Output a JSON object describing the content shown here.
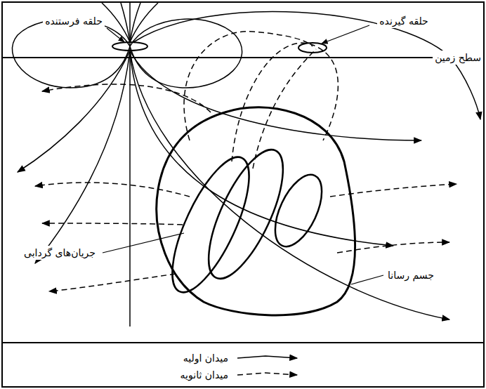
{
  "diagram": {
    "labels": [
      "حلقه فرستنده",
      "حلقه گیرنده",
      "سطح زمین",
      "جریان‌های گردابی",
      "جسم رسانا"
    ],
    "legend": [
      {
        "text": "میدان اولیه"
      },
      {
        "text": "میدان ثانویه"
      }
    ]
  }
}
